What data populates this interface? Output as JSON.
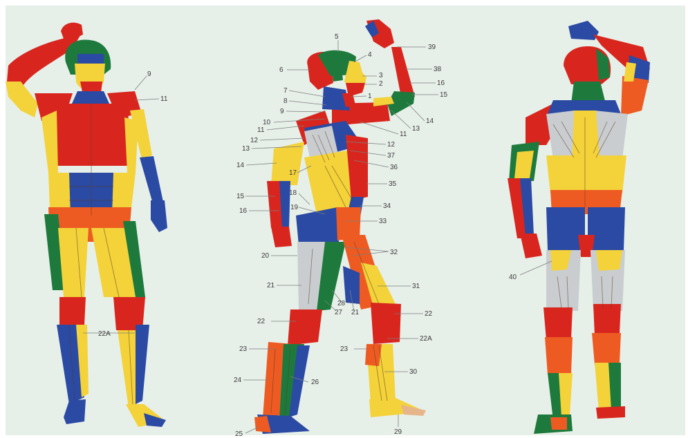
{
  "colors": {
    "background": "#e7efe9",
    "red": "#d8261e",
    "orange": "#ee5b22",
    "yellow": "#f3d23a",
    "blue": "#2b4aa3",
    "green": "#1e7a3c",
    "grey": "#c9cdd0",
    "tan": "#e7b58a"
  },
  "figures": [
    {
      "view": "anterior",
      "labels": [
        "9",
        "11",
        "22A"
      ]
    },
    {
      "view": "lateral",
      "labels": [
        "5",
        "4",
        "3",
        "2",
        "1",
        "6",
        "7",
        "8",
        "9",
        "10",
        "11",
        "12",
        "13",
        "14",
        "15",
        "16",
        "17",
        "18",
        "19",
        "20",
        "21",
        "22",
        "23",
        "24",
        "25",
        "26",
        "27",
        "28",
        "21",
        "29",
        "30",
        "22A",
        "23",
        "22",
        "31",
        "32",
        "33",
        "34",
        "35",
        "36",
        "37",
        "12",
        "11",
        "13",
        "14",
        "15",
        "16",
        "38",
        "39"
      ]
    },
    {
      "view": "posterior",
      "labels": [
        "40"
      ]
    }
  ]
}
